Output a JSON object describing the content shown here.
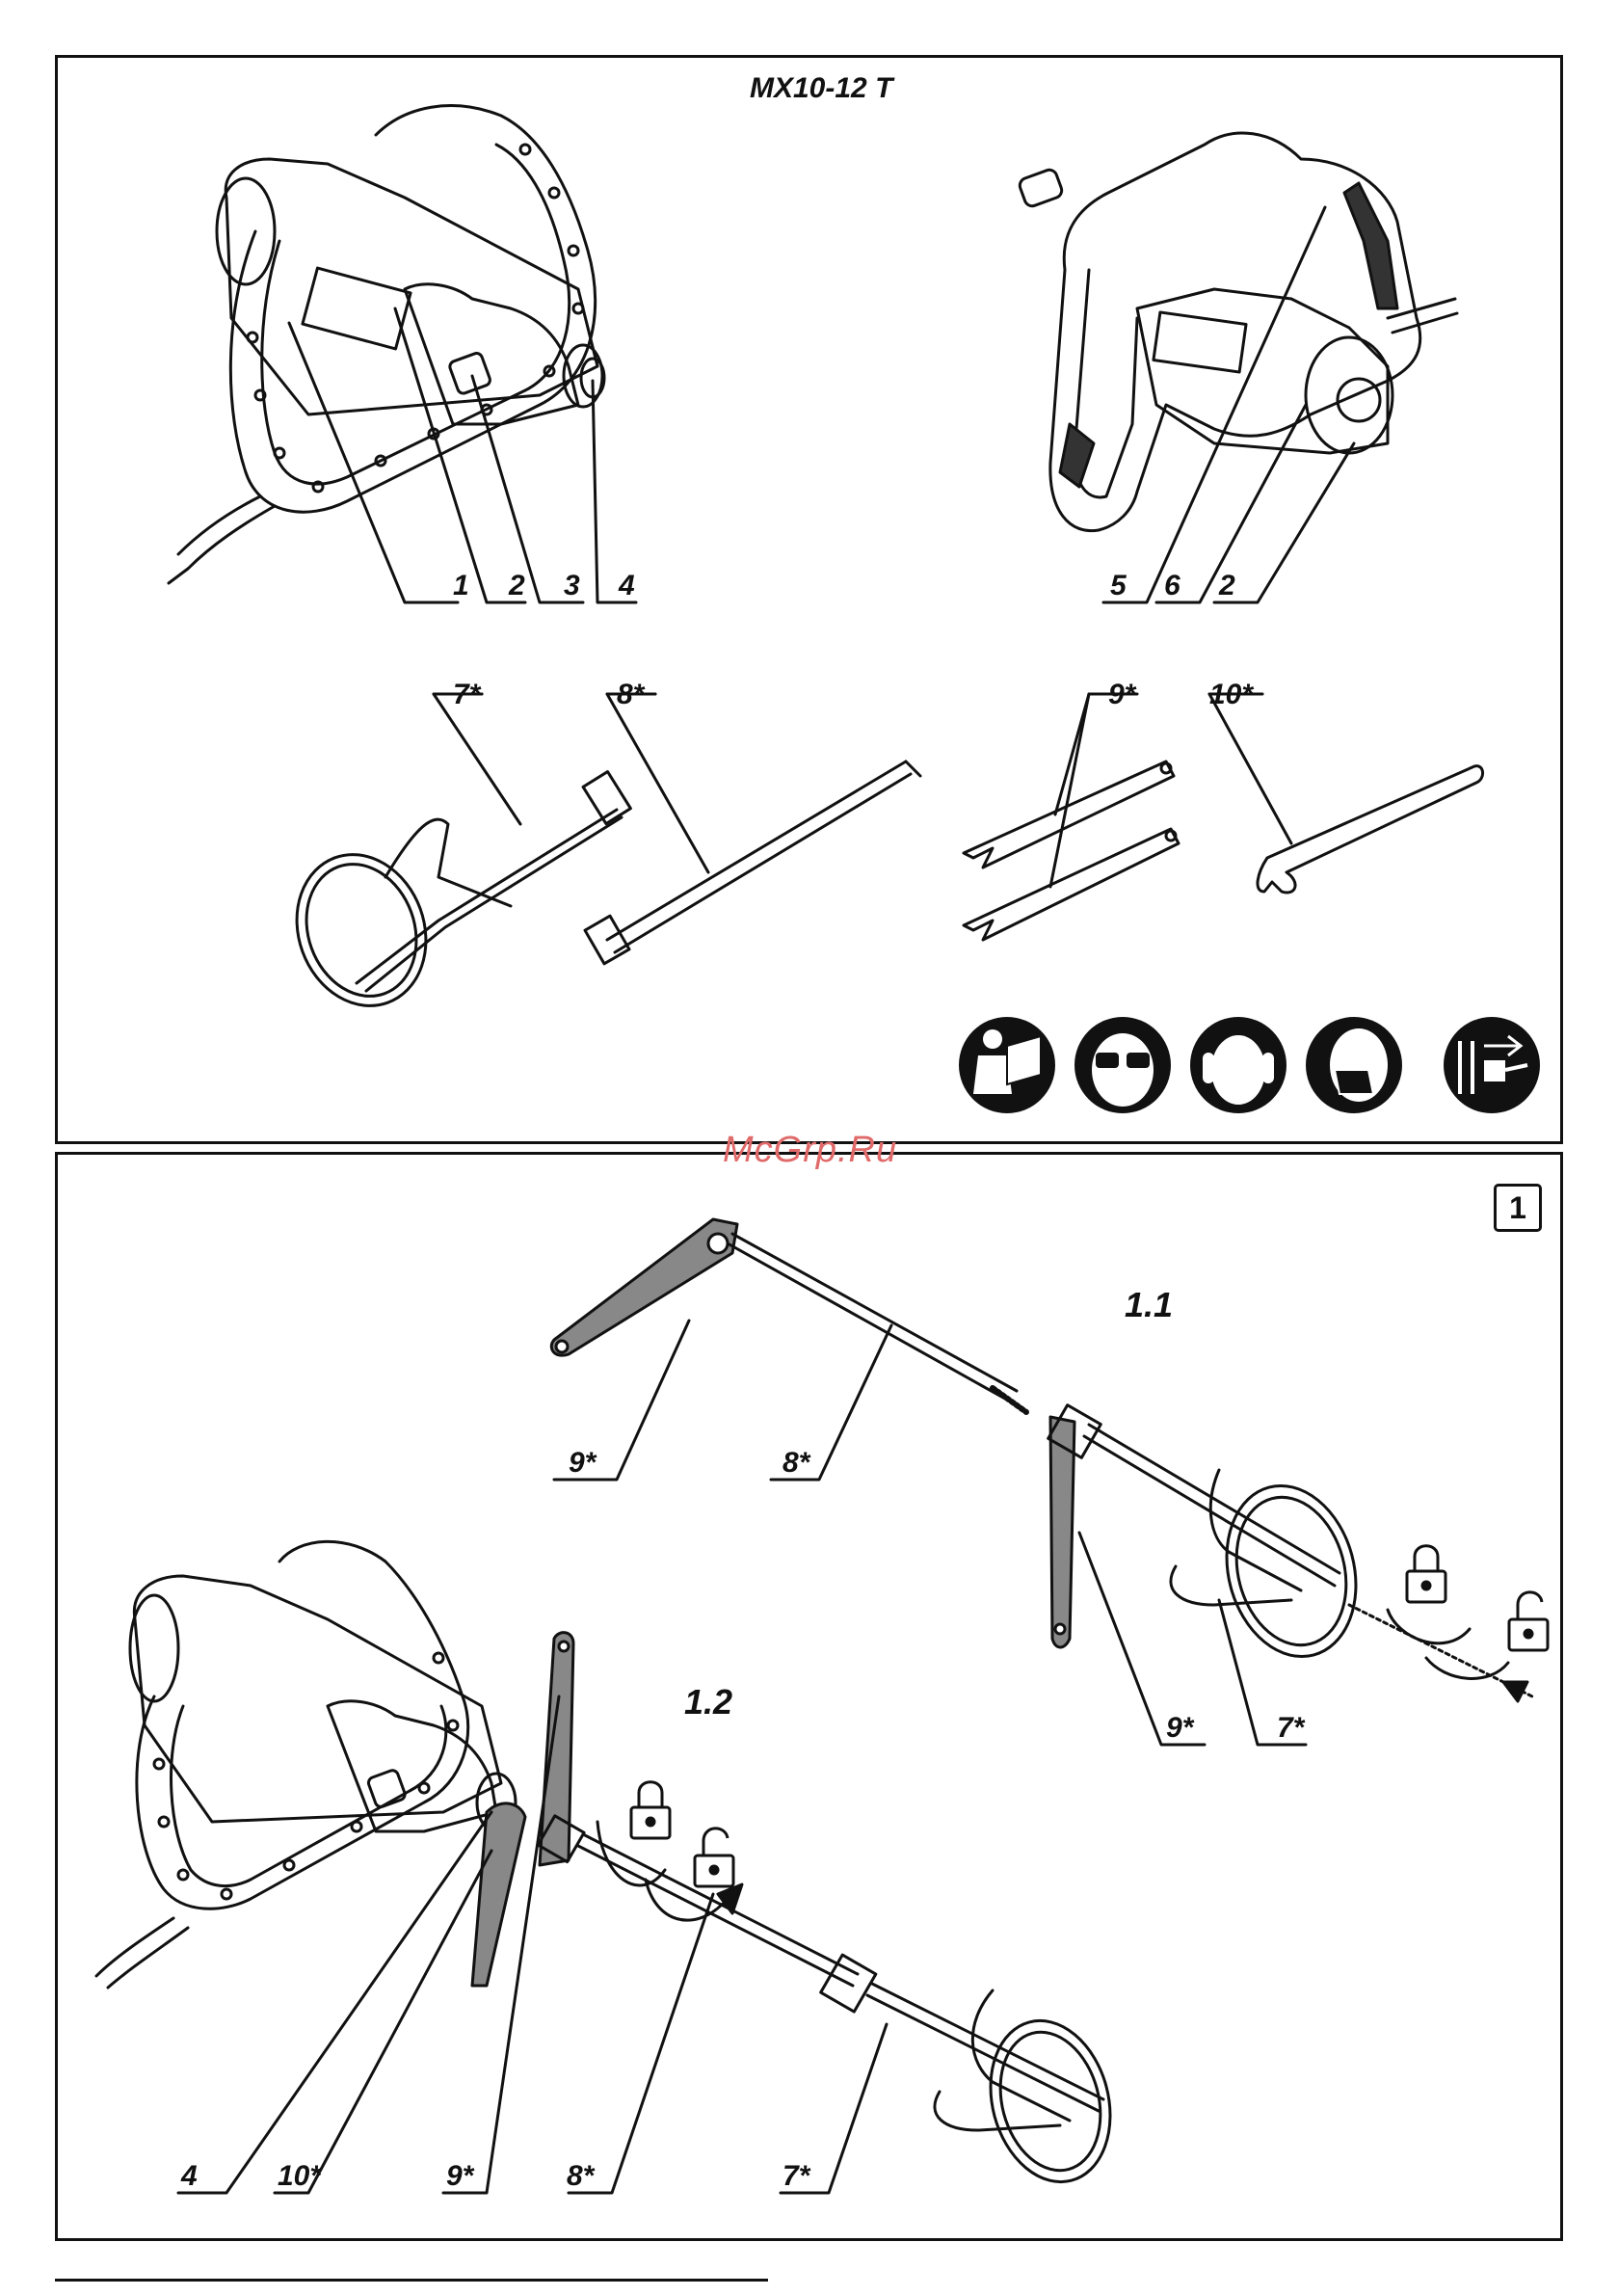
{
  "model": "MX10-12 T",
  "watermark": "McGrp.Ru",
  "step_number": "1",
  "sub_steps": {
    "a": "1.1",
    "b": "1.2"
  },
  "callouts_top": [
    "1",
    "2",
    "3",
    "4",
    "5",
    "6",
    "2"
  ],
  "accessories": [
    "7*",
    "8*",
    "9*",
    "10*"
  ],
  "callouts_step_1_1": [
    "9*",
    "8*",
    "9*",
    "7*"
  ],
  "callouts_step_1_2": [
    "4",
    "10*",
    "9*",
    "8*",
    "7*"
  ],
  "safety_icons": [
    "read-manual-icon",
    "safety-glasses-icon",
    "ear-protection-icon",
    "dust-mask-icon",
    "unplug-icon"
  ]
}
